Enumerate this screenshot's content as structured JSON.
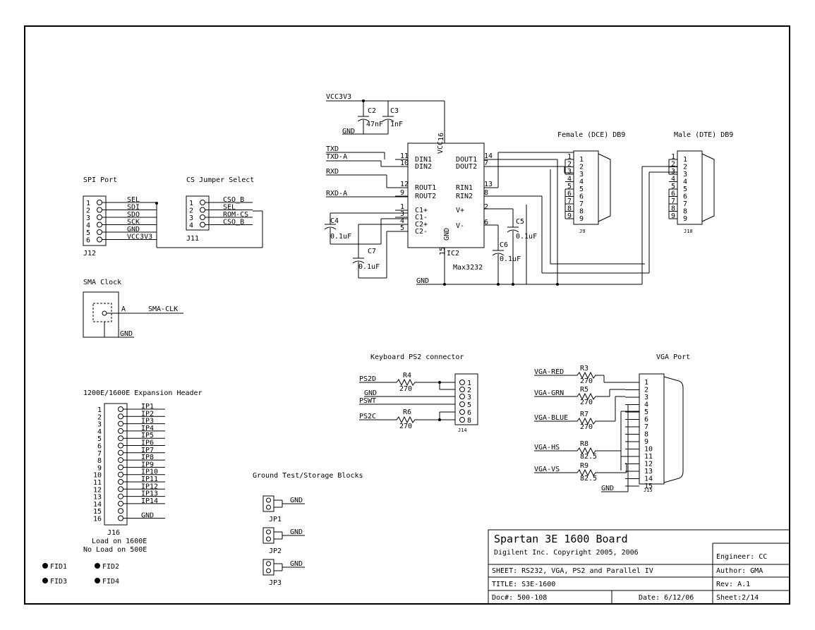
{
  "sections": {
    "spi_port": "SPI Port",
    "cs_jumper": "CS Jumper Select",
    "sma_clock": "SMA Clock",
    "expansion": "1200E/1600E Expansion Header",
    "ground_test": "Ground Test/Storage Blocks",
    "keyboard": "Keyboard PS2 connector",
    "vga": "VGA Port",
    "female_db9": "Female (DCE) DB9",
    "male_db9": "Male (DTE) DB9"
  },
  "spi": {
    "ref": "J12",
    "pins": [
      "1",
      "2",
      "3",
      "4",
      "5",
      "6"
    ],
    "signals": [
      "SEL",
      "SDI",
      "SDO",
      "SCK",
      "GND",
      "VCC3V3"
    ]
  },
  "cs": {
    "ref": "J11",
    "pins": [
      "1",
      "2",
      "3",
      "4"
    ],
    "signals": [
      "CSO_B",
      "SEL",
      "ROM-CS",
      "CSO_B"
    ]
  },
  "sma": {
    "pin": "A",
    "signal": "SMA-CLK",
    "gnd": "GND"
  },
  "expansion_header": {
    "ref": "J16",
    "pins": [
      "1",
      "2",
      "3",
      "4",
      "5",
      "6",
      "7",
      "8",
      "9",
      "10",
      "11",
      "12",
      "13",
      "14",
      "15",
      "16"
    ],
    "signals": [
      "IP1",
      "IP2",
      "IP3",
      "IP4",
      "IP5",
      "IP6",
      "IP7",
      "IP8",
      "IP9",
      "IP10",
      "IP11",
      "IP12",
      "IP13",
      "IP14",
      "",
      "GND"
    ],
    "note1": "Load on 1600E",
    "note2": "No Load on 500E"
  },
  "fiducials": [
    "FID1",
    "FID2",
    "FID3",
    "FID4"
  ],
  "jumpers": [
    {
      "ref": "JP1",
      "net": "GND"
    },
    {
      "ref": "JP2",
      "net": "GND"
    },
    {
      "ref": "JP3",
      "net": "GND"
    }
  ],
  "rs232": {
    "vcc": "VCC3V3",
    "gnd_top": "GND",
    "gnd_bottom": "GND",
    "ic_ref": "IC2",
    "ic_part": "Max3232",
    "caps": [
      {
        "ref": "C2",
        "val": "47nF"
      },
      {
        "ref": "C3",
        "val": "1nF"
      },
      {
        "ref": "C4",
        "val": "0.1uF"
      },
      {
        "ref": "C5",
        "val": "0.1uF"
      },
      {
        "ref": "C6",
        "val": "0.1uF"
      },
      {
        "ref": "C7",
        "val": "0.1uF"
      }
    ],
    "nets_left": [
      "TXD",
      "TXD-A",
      "RXD",
      "RXD-A"
    ],
    "left_pins": [
      "DIN1",
      "DIN2",
      "ROUT1",
      "ROUT2",
      "C1+",
      "C1-",
      "C2+",
      "C2-"
    ],
    "left_pin_nums": [
      "11",
      "10",
      "12",
      "9",
      "1",
      "3",
      "4",
      "5"
    ],
    "right_pins": [
      "DOUT1",
      "DOUT2",
      "RIN1",
      "RIN2",
      "V+",
      "V-"
    ],
    "right_pin_nums": [
      "14",
      "7",
      "13",
      "8",
      "2",
      "6"
    ],
    "vcc_pin": "VCC",
    "vcc_num": "16",
    "gnd_pin": "GND",
    "gnd_num": "15",
    "j9": "J9",
    "j10": "J10",
    "db9_pins": [
      "1",
      "2",
      "3",
      "4",
      "5",
      "6",
      "7",
      "8",
      "9"
    ]
  },
  "ps2": {
    "ref": "J14",
    "nets": [
      "PS2D",
      "GND",
      "PSWT",
      "PS2C"
    ],
    "resistors": [
      {
        "ref": "R4",
        "val": "270"
      },
      {
        "ref": "R6",
        "val": "270"
      }
    ],
    "pins": [
      "1",
      "2",
      "3",
      "5",
      "6",
      "8"
    ]
  },
  "vga_port": {
    "ref": "J15",
    "nets": [
      "VGA-RED",
      "VGA-GRN",
      "VGA-BLUE",
      "VGA-HS",
      "VGA-VS"
    ],
    "resistors": [
      {
        "ref": "R3",
        "val": "270"
      },
      {
        "ref": "R5",
        "val": "270"
      },
      {
        "ref": "R7",
        "val": "270"
      },
      {
        "ref": "R8",
        "val": "82.5"
      },
      {
        "ref": "R9",
        "val": "82.5"
      }
    ],
    "pins": [
      "1",
      "2",
      "3",
      "4",
      "5",
      "6",
      "7",
      "8",
      "9",
      "10",
      "11",
      "12",
      "13",
      "14",
      "15"
    ],
    "gnd": "GND"
  },
  "title_block": {
    "board": "Spartan 3E 1600 Board",
    "company": "Digilent Inc.  Copyright 2005, 2006",
    "sheet": "SHEET: RS232, VGA, PS2 and Parallel IV",
    "title": "TITLE: S3E-1600",
    "doc": "Doc#:  500-108",
    "date": "Date: 6/12/06",
    "engineer": "Engineer: CC",
    "author": "Author: GMA",
    "rev": "Rev: A.1",
    "sheet_num": "Sheet:2/14"
  }
}
